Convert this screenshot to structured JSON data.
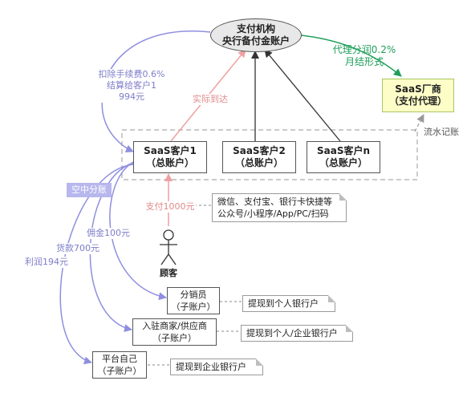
{
  "nodes": {
    "payment_org": [
      "支付机构",
      "央行备付金账户"
    ],
    "saas_vendor": [
      "SaaS厂商",
      "（支付代理）"
    ],
    "customer1": [
      "SaaS客户1",
      "（总账户）"
    ],
    "customer2": [
      "SaaS客户2",
      "（总账户）"
    ],
    "customern": [
      "SaaS客户n",
      "（总账户）"
    ],
    "consumer": "顾客",
    "distributor": [
      "分销员",
      "（子账户）"
    ],
    "merchant": [
      "入驻商家/供应商",
      "（子账户）"
    ],
    "platform": [
      "平台自己",
      "（子账户）"
    ]
  },
  "labels": {
    "proxy_profit": [
      "代理分润0.2%",
      "月结形式"
    ],
    "deduct_fee": [
      "扣除手续费0.6%",
      "结算给客户1",
      "994元"
    ],
    "actual_arrival": "实际到达",
    "ledger": "流水记账",
    "air_split": "空中分账",
    "pay_amount": "支付1000元",
    "commission": "佣金100元",
    "goods_payment": "货款700元",
    "profit": "利润194元"
  },
  "notes": {
    "channels": [
      "微信、支付宝、银行卡快捷等",
      "公众号/小程序/App/PC/扫码"
    ],
    "withdraw_personal": "提现到个人银行户",
    "withdraw_personal_or_corp": "提现到个人/企业银行户",
    "withdraw_corp": "提现到企业银行户"
  },
  "colors": {
    "green": "#1e9e5a",
    "purple": "#8f8fe0",
    "salmon": "#f0a0a0",
    "black_arrow": "#333333",
    "vendor_fill": "#fdfdc8",
    "vendor_border": "#a8c860",
    "air_split_fill": "#b7b7ee"
  }
}
